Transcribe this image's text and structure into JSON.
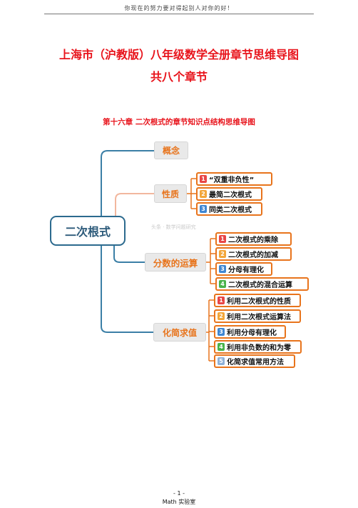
{
  "header": {
    "motto": "你现在的努力要对得起别人对你的好！"
  },
  "titles": {
    "main": "上海市（沪教版）八年级数学全册章节思维导图",
    "sub": "共八个章节"
  },
  "chapter_title": "第十六章  二次根式的章节知识点结构思维导图",
  "mindmap": {
    "root": "二次根式",
    "categories": [
      {
        "label": "概念",
        "items": []
      },
      {
        "label": "性质",
        "items": [
          {
            "num": "1",
            "text": "“双重非负性”"
          },
          {
            "num": "2",
            "text": "最简二次根式"
          },
          {
            "num": "3",
            "text": "同类二次根式"
          }
        ]
      },
      {
        "label": "分数的运算",
        "items": [
          {
            "num": "1",
            "text": "二次根式的乘除"
          },
          {
            "num": "2",
            "text": "二次根式的加减"
          },
          {
            "num": "3",
            "text": "分母有理化"
          },
          {
            "num": "4",
            "text": "二次根式的混合运算"
          }
        ]
      },
      {
        "label": "化简求值",
        "items": [
          {
            "num": "1",
            "text": "利用二次根式的性质"
          },
          {
            "num": "2",
            "text": "利用二次根式运算法"
          },
          {
            "num": "3",
            "text": "利用分母有理化"
          },
          {
            "num": "4",
            "text": "利用非负数的和为零"
          },
          {
            "num": "5",
            "text": "化简求值常用方法"
          }
        ]
      }
    ],
    "watermark": "头条 · 数学问题研究"
  },
  "colors": {
    "title_red": "#e8141c",
    "category_orange": "#e8741c",
    "branch_blue": "#3b7fa6",
    "root_border": "#2c6a8e"
  },
  "footer": {
    "page": "- 1 -",
    "lab": "Math 实验室"
  }
}
